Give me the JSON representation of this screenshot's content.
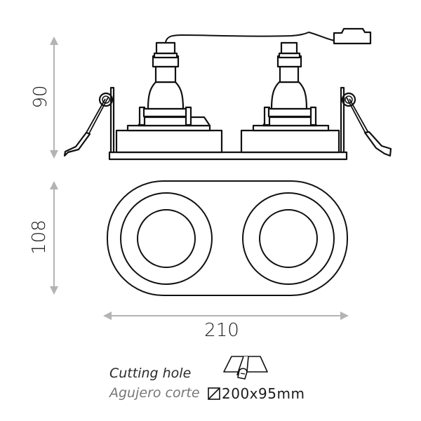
{
  "diagram": {
    "type": "technical-drawing",
    "subject": "double recessed square downlight with spring clips",
    "views": [
      "side-elevation",
      "front-plan"
    ],
    "colors": {
      "line": "#111111",
      "dimension": "#b3b3b3",
      "text_primary": "#1a1a1a",
      "text_secondary": "#777777"
    }
  },
  "dimensions": {
    "height": "90",
    "depth": "108",
    "width": "210"
  },
  "cutting_hole": {
    "label_en": "Cutting hole",
    "label_es": "Agujero corte",
    "size": "200x95mm",
    "icon": "square-cutout-icon"
  }
}
